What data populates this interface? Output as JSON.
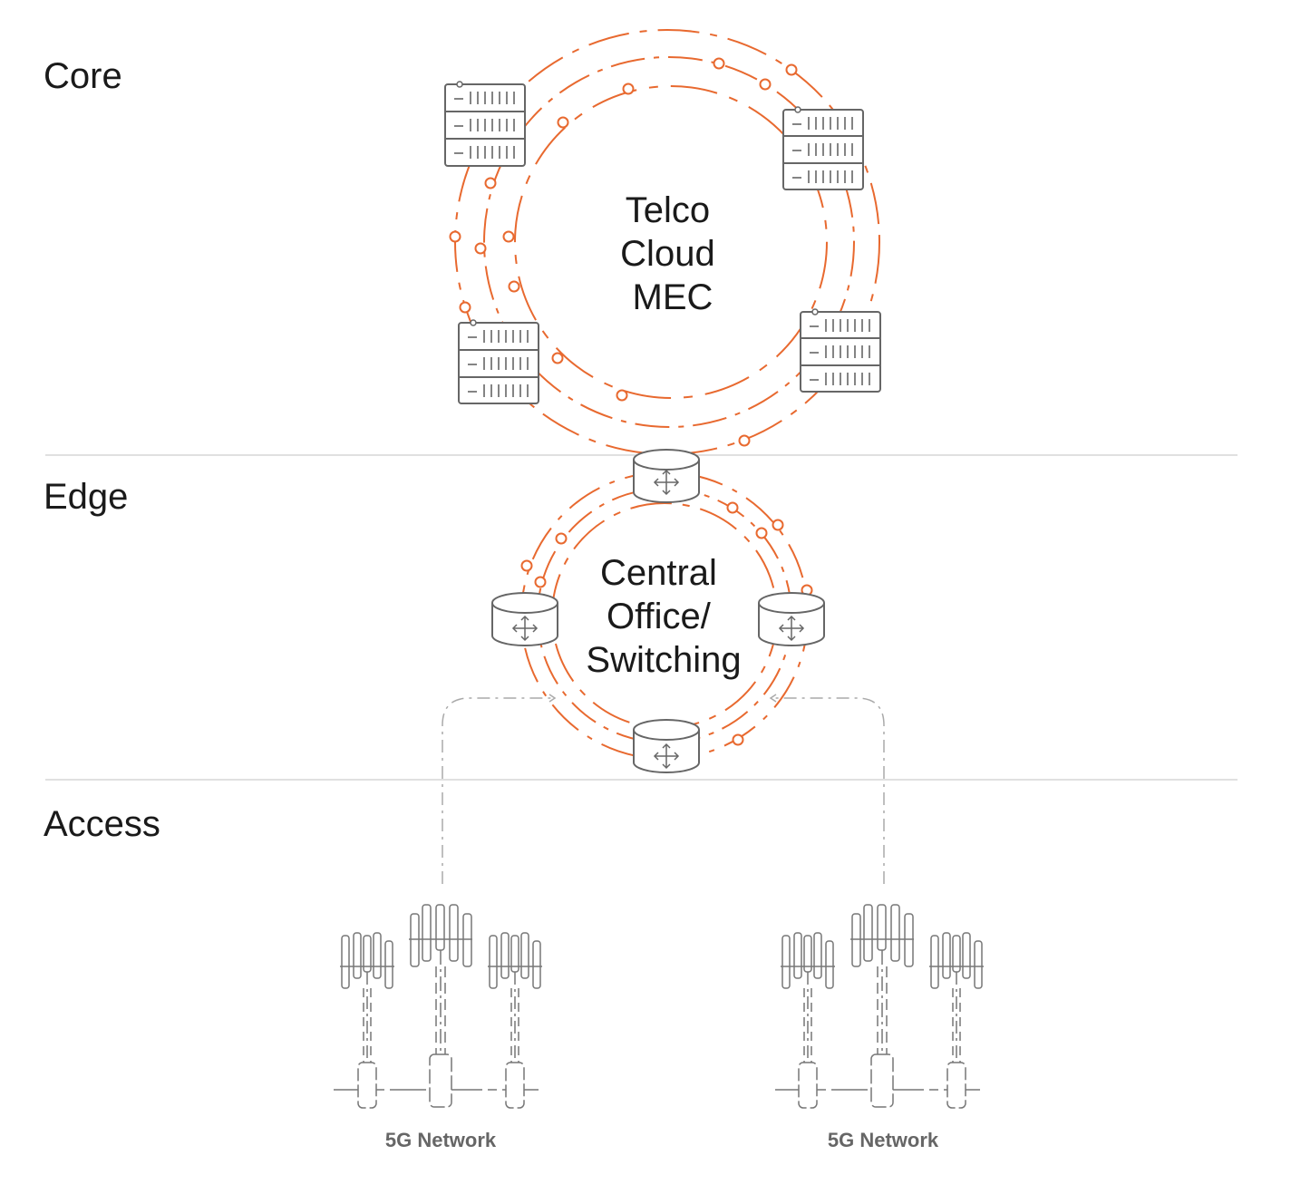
{
  "tiers": [
    {
      "id": "core",
      "label": "Core"
    },
    {
      "id": "edge",
      "label": "Edge"
    },
    {
      "id": "access",
      "label": "Access"
    }
  ],
  "core_ring": {
    "title_lines": [
      "Telco",
      "Cloud",
      "MEC"
    ]
  },
  "edge_ring": {
    "title_lines": [
      "Central",
      "Office/",
      "Switching"
    ]
  },
  "access_groups": [
    {
      "label": "5G Network"
    },
    {
      "label": "5G Network"
    }
  ],
  "colors": {
    "accent": "#e8692f",
    "icon_stroke": "#666666",
    "divider": "#d5d5d5",
    "text": "#1a1a1a",
    "muted_text": "#666666"
  },
  "icons": [
    "server-rack-icon",
    "router-icon",
    "cell-tower-icon"
  ]
}
